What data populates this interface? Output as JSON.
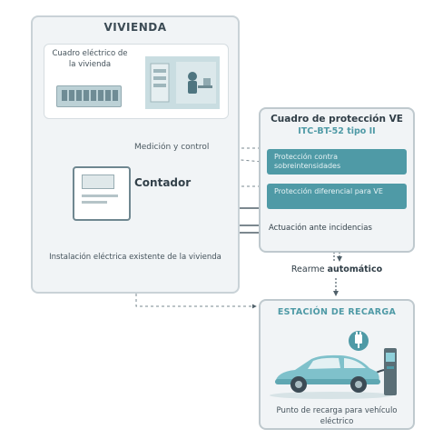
{
  "vivienda": {
    "title": "VIVIENDA",
    "cuadro_label": "Cuadro eléctrico de la vivienda",
    "medicion_label": "Medición y control",
    "contador_label": "Contador",
    "instalacion_label": "Instalación eléctrica existente de la vivienda"
  },
  "proteccion": {
    "title": "Cuadro de protección VE",
    "subtitle": "ITC-BT-52 tipo II",
    "items": [
      "Protección contra sobreintensidades",
      "Protección diferencial para VE"
    ],
    "actuacion_label": "Actuación ante incidencias"
  },
  "rearme": {
    "prefix": "Rearme",
    "bold": "automático"
  },
  "estacion": {
    "title": "ESTACIÓN DE RECARGA",
    "punto_label": "Punto de recarga para vehículo eléctrico"
  },
  "colors": {
    "accent_teal": "#4f9aa6",
    "panel_bg": "#f1f4f6",
    "border": "#c9d2d7",
    "wire": "#50606a"
  },
  "icons": [
    "electrical-panel-icon",
    "worker-desk-icon",
    "meter-icon",
    "charging-station-icon",
    "electric-car-icon",
    "plug-icon"
  ]
}
